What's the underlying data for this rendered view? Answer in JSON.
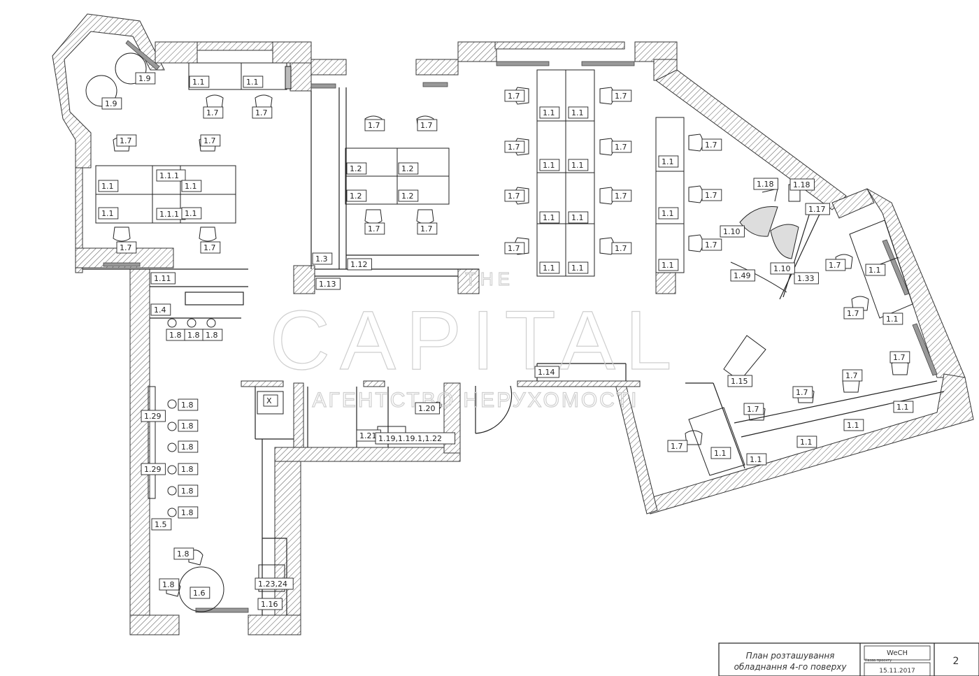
{
  "plan": {
    "labels": [
      {
        "t": "1.9"
      },
      {
        "t": "1.9"
      },
      {
        "t": "1.1"
      },
      {
        "t": "1.1"
      },
      {
        "t": "1.7"
      },
      {
        "t": "1.7"
      },
      {
        "t": "1.7"
      },
      {
        "t": "1.7"
      },
      {
        "t": "1.1"
      },
      {
        "t": "1.1.1"
      },
      {
        "t": "1.1"
      },
      {
        "t": "1.1"
      },
      {
        "t": "1.1.1"
      },
      {
        "t": "1.1"
      },
      {
        "t": "1.7"
      },
      {
        "t": "1.7"
      },
      {
        "t": "1.11"
      },
      {
        "t": "1.4"
      },
      {
        "t": "1.8"
      },
      {
        "t": "1.8"
      },
      {
        "t": "1.8"
      },
      {
        "t": "1.7"
      },
      {
        "t": "1.7"
      },
      {
        "t": "1.2"
      },
      {
        "t": "1.2"
      },
      {
        "t": "1.2"
      },
      {
        "t": "1.2"
      },
      {
        "t": "1.7"
      },
      {
        "t": "1.7"
      },
      {
        "t": "1.3"
      },
      {
        "t": "1.12"
      },
      {
        "t": "1.13"
      },
      {
        "t": "1.7"
      },
      {
        "t": "1.1"
      },
      {
        "t": "1.1"
      },
      {
        "t": "1.7"
      },
      {
        "t": "1.7"
      },
      {
        "t": "1.1"
      },
      {
        "t": "1.1"
      },
      {
        "t": "1.7"
      },
      {
        "t": "1.7"
      },
      {
        "t": "1.1"
      },
      {
        "t": "1.1"
      },
      {
        "t": "1.7"
      },
      {
        "t": "1.7"
      },
      {
        "t": "1.1"
      },
      {
        "t": "1.1"
      },
      {
        "t": "1.7"
      },
      {
        "t": "1.1"
      },
      {
        "t": "1.7"
      },
      {
        "t": "1.1"
      },
      {
        "t": "1.7"
      },
      {
        "t": "1.1"
      },
      {
        "t": "1.7"
      },
      {
        "t": "1.18"
      },
      {
        "t": "1.18"
      },
      {
        "t": "1.17"
      },
      {
        "t": "1.10"
      },
      {
        "t": "1.10"
      },
      {
        "t": "1.49"
      },
      {
        "t": "1.33"
      },
      {
        "t": "1.7"
      },
      {
        "t": "1.1"
      },
      {
        "t": "1.7"
      },
      {
        "t": "1.1"
      },
      {
        "t": "1.14"
      },
      {
        "t": "1.15"
      },
      {
        "t": "1.7"
      },
      {
        "t": "1.7"
      },
      {
        "t": "1.7"
      },
      {
        "t": "1.7"
      },
      {
        "t": "1.1"
      },
      {
        "t": "1.7"
      },
      {
        "t": "1.1"
      },
      {
        "t": "1.1"
      },
      {
        "t": "1.1"
      },
      {
        "t": "1.1"
      },
      {
        "t": "X"
      },
      {
        "t": "1.20"
      },
      {
        "t": "1.21"
      },
      {
        "t": "1.19,1.19.1,1.22"
      },
      {
        "t": "1.29"
      },
      {
        "t": "1.29"
      },
      {
        "t": "1.5"
      },
      {
        "t": "1.8"
      },
      {
        "t": "1.8"
      },
      {
        "t": "1.8"
      },
      {
        "t": "1.8"
      },
      {
        "t": "1.8"
      },
      {
        "t": "1.8"
      },
      {
        "t": "1.8"
      },
      {
        "t": "1.8"
      },
      {
        "t": "1.6"
      },
      {
        "t": "1.23,24"
      },
      {
        "t": "1.16"
      }
    ]
  },
  "watermark": {
    "top": "THE",
    "main": "CAPITAL",
    "sub": "АГЕНТСТВО НЕРУХОМОСТІ"
  },
  "title_block": {
    "title_line1": "План розташування",
    "title_line2": "обладнання 4-го поверху",
    "author": "WeCH",
    "author_caption": "Назва проекту",
    "date": "15.11.2017",
    "sheet": "2"
  }
}
